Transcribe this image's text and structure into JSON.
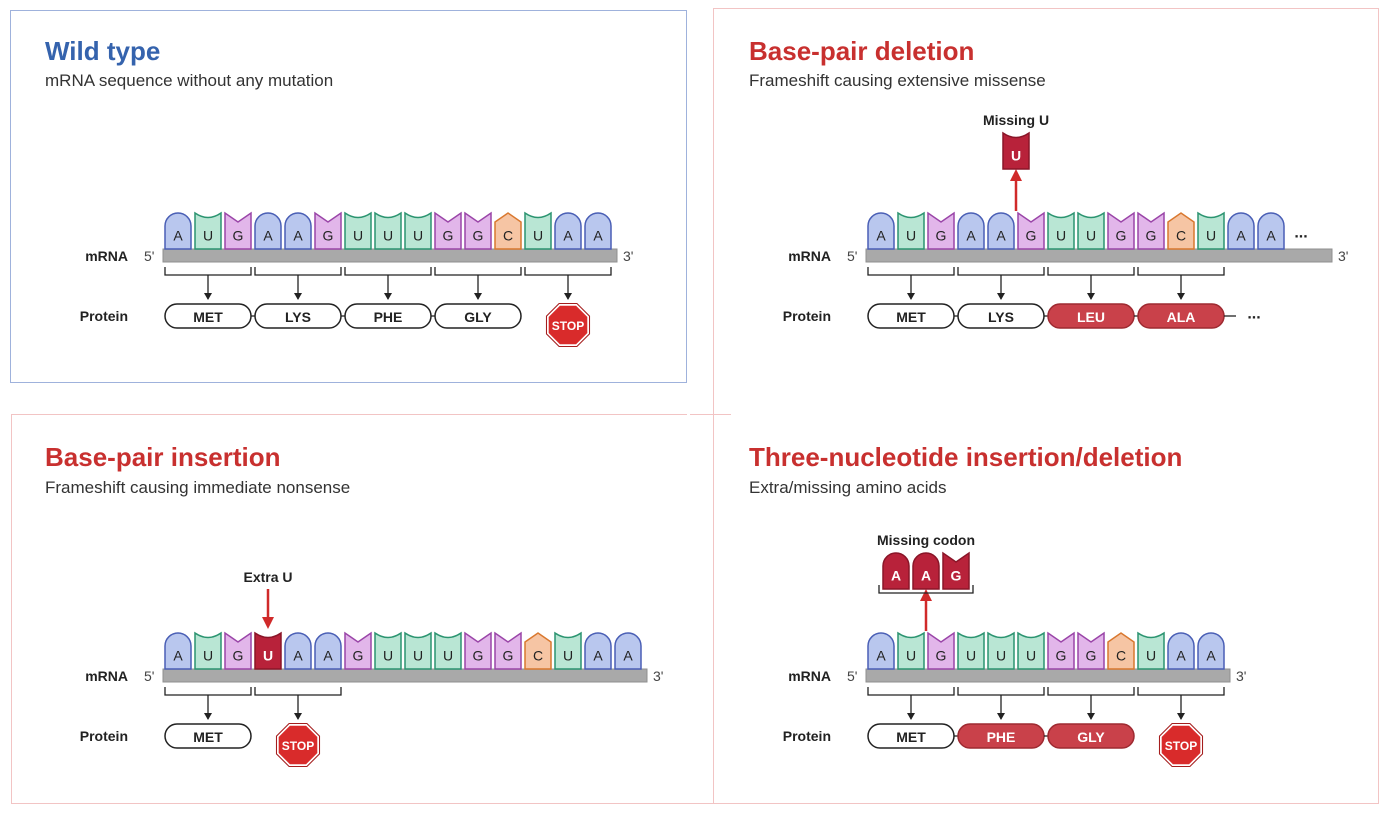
{
  "colors": {
    "A": {
      "fill": "#b9c7ee",
      "stroke": "#4a5fb5"
    },
    "U": {
      "fill": "#b9e6d4",
      "stroke": "#2b9470"
    },
    "G": {
      "fill": "#e2b6ea",
      "stroke": "#9a45a8"
    },
    "C": {
      "fill": "#f6c5a4",
      "stroke": "#d9782f"
    },
    "mutant": {
      "fill": "#b8223a",
      "stroke": "#8a1528"
    },
    "backbone": "#a9a9a9",
    "mutant_protein": "#c9414a",
    "stop": "#d92b2b",
    "arrow": "#d02a2a",
    "wild_title": "#3563ad",
    "mut_title": "#c8302f"
  },
  "labels": {
    "mrna": "mRNA",
    "protein": "Protein",
    "five_prime": "5'",
    "three_prime": "3'",
    "stop": "STOP",
    "ellipsis": "..."
  },
  "panels": [
    {
      "id": "wild",
      "title": "Wild type",
      "subtitle": "mRNA sequence without any mutation",
      "bases": [
        "A",
        "U",
        "G",
        "A",
        "A",
        "G",
        "U",
        "U",
        "U",
        "G",
        "G",
        "C",
        "U",
        "A",
        "A"
      ],
      "ellipsis": false,
      "codon_brackets": [
        [
          0,
          2
        ],
        [
          3,
          5
        ],
        [
          6,
          8
        ],
        [
          9,
          11
        ],
        [
          12,
          14
        ]
      ],
      "proteins": [
        {
          "label": "MET",
          "type": "normal"
        },
        {
          "label": "LYS",
          "type": "normal"
        },
        {
          "label": "PHE",
          "type": "normal"
        },
        {
          "label": "GLY",
          "type": "normal"
        },
        {
          "label": "STOP",
          "type": "stop"
        }
      ]
    },
    {
      "id": "deletion",
      "title": "Base-pair deletion",
      "subtitle": "Frameshift causing extensive missense",
      "bases": [
        "A",
        "U",
        "G",
        "A",
        "A",
        "G",
        "U",
        "U",
        "G",
        "G",
        "C",
        "U",
        "A",
        "A"
      ],
      "ellipsis": true,
      "codon_brackets": [
        [
          0,
          2
        ],
        [
          3,
          5
        ],
        [
          6,
          8
        ],
        [
          9,
          11
        ]
      ],
      "proteins": [
        {
          "label": "MET",
          "type": "normal"
        },
        {
          "label": "LYS",
          "type": "normal"
        },
        {
          "label": "LEU",
          "type": "mutant"
        },
        {
          "label": "ALA",
          "type": "mutant"
        }
      ],
      "protein_ellipsis": true,
      "callout": {
        "label": "Missing U",
        "bases": [
          "U"
        ],
        "arrow": "up"
      }
    },
    {
      "id": "insertion",
      "title": "Base-pair insertion",
      "subtitle": "Frameshift causing immediate nonsense",
      "bases": [
        "A",
        "U",
        "G",
        "U*",
        "A",
        "A",
        "G",
        "U",
        "U",
        "U",
        "G",
        "G",
        "C",
        "U",
        "A",
        "A"
      ],
      "ellipsis": false,
      "codon_brackets": [
        [
          0,
          2
        ],
        [
          3,
          5
        ]
      ],
      "proteins": [
        {
          "label": "MET",
          "type": "normal"
        },
        {
          "label": "STOP",
          "type": "stop"
        }
      ],
      "callout": {
        "label": "Extra U",
        "bases": [],
        "arrow": "down"
      }
    },
    {
      "id": "three",
      "title": "Three-nucleotide insertion/deletion",
      "subtitle": "Extra/missing amino acids",
      "bases": [
        "A",
        "U",
        "G",
        "U",
        "U",
        "U",
        "G",
        "G",
        "C",
        "U",
        "A",
        "A"
      ],
      "ellipsis": false,
      "codon_brackets": [
        [
          0,
          2
        ],
        [
          3,
          5
        ],
        [
          6,
          8
        ],
        [
          9,
          11
        ]
      ],
      "proteins": [
        {
          "label": "MET",
          "type": "normal"
        },
        {
          "label": "PHE",
          "type": "mutant"
        },
        {
          "label": "GLY",
          "type": "mutant"
        },
        {
          "label": "STOP",
          "type": "stop"
        }
      ],
      "callout": {
        "label": "Missing codon",
        "bases": [
          "A",
          "A",
          "G"
        ],
        "arrow": "up"
      }
    }
  ]
}
